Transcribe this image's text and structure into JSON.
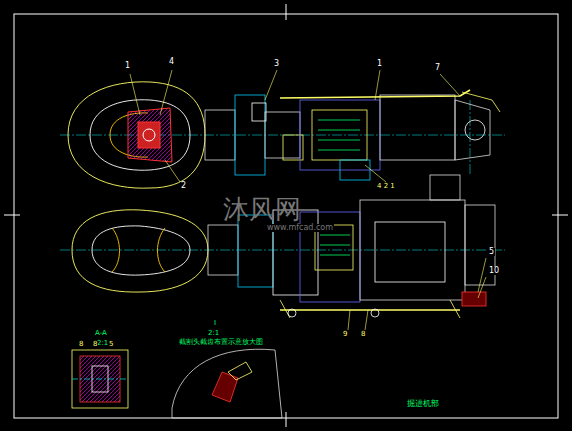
{
  "diagram": {
    "caption": "掘进机部",
    "labels": [
      "1",
      "4",
      "2",
      "3",
      "1",
      "7",
      "4 2 1",
      "5",
      "10",
      "9",
      "8",
      "A-A",
      "2:1",
      "I",
      "2:1",
      "截割头截齿布置示意放大图",
      "8",
      "8",
      "5",
      "沐风网",
      "www.mfcad.com"
    ]
  }
}
